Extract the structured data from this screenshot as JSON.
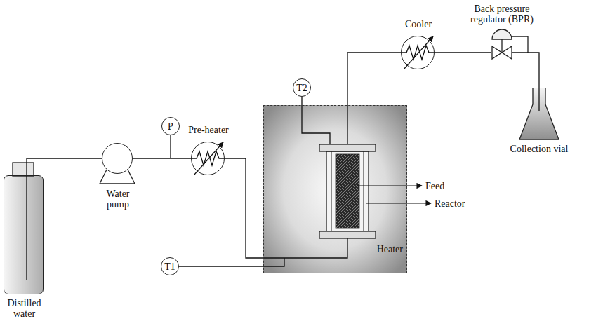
{
  "diagram": {
    "nodes": [
      {
        "text": [
          "Distilled water"
        ]
      },
      {
        "text": [
          "Water pump"
        ]
      },
      {
        "text": [
          "P"
        ]
      },
      {
        "text": [
          "Pre-heater"
        ]
      },
      {
        "text": [
          "T1"
        ]
      },
      {
        "text": [
          "Heater"
        ]
      },
      {
        "text": [
          "T2"
        ]
      },
      {
        "text": [
          "Cooler"
        ]
      },
      {
        "text": [
          "Back pressure regulator (BPR)"
        ]
      },
      {
        "text": [
          "Collection vial"
        ]
      }
    ],
    "edges": [
      {
        "from": 0,
        "to": 1,
        "arrow": "none"
      },
      {
        "from": 1,
        "to": 3,
        "arrow": "none"
      },
      {
        "from": 3,
        "to": 5,
        "arrow": "none"
      },
      {
        "from": 4,
        "to": 5,
        "arrow": "none"
      },
      {
        "from": 6,
        "to": 5,
        "arrow": "none"
      },
      {
        "from": 5,
        "to": 7,
        "arrow": "none"
      },
      {
        "from": 7,
        "to": 8,
        "arrow": "none"
      },
      {
        "from": 8,
        "to": 9,
        "arrow": "none"
      }
    ],
    "labels": [
      "Feed",
      "Reactor"
    ]
  }
}
